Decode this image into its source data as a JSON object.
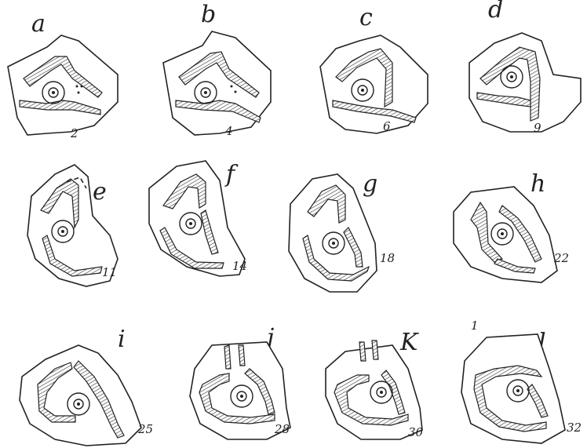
{
  "figure": {
    "panels": [
      {
        "letter": "a",
        "number": "2"
      },
      {
        "letter": "b",
        "number": "4"
      },
      {
        "letter": "c",
        "number": "6"
      },
      {
        "letter": "d",
        "number": "9"
      },
      {
        "letter": "e",
        "number": "11"
      },
      {
        "letter": "f",
        "number": "14"
      },
      {
        "letter": "g",
        "number": "18"
      },
      {
        "letter": "h",
        "number": "22"
      },
      {
        "letter": "i",
        "number": "25"
      },
      {
        "letter": "j",
        "number": "28"
      },
      {
        "letter": "K",
        "number": "30"
      },
      {
        "letter": "l",
        "number": "32"
      }
    ],
    "stray_mark": "1"
  }
}
